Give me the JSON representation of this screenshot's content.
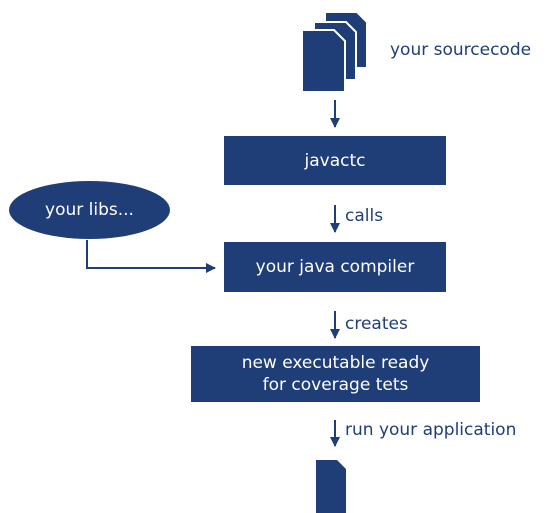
{
  "colors": {
    "primary": "#1f3e78",
    "text_on_primary": "#ffffff",
    "background": "#ffffff"
  },
  "nodes": {
    "sourcecode_label": "your sourcecode",
    "javactc": "javactc",
    "libs": "your libs...",
    "compiler": "your java compiler",
    "executable_line1": "new executable ready",
    "executable_line2": "for coverage tets"
  },
  "edges": {
    "calls": "calls",
    "creates": "creates",
    "run": "run your application"
  },
  "icons": {
    "source_files": "document-stack-icon",
    "output_file": "document-icon"
  }
}
